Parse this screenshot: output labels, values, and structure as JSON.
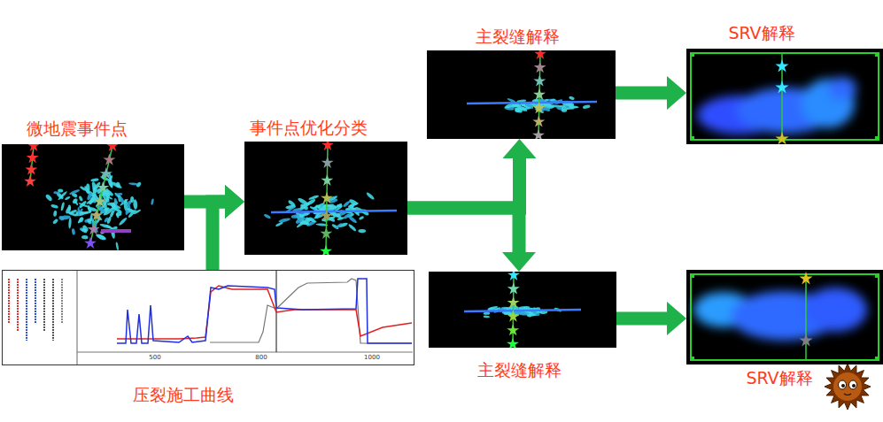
{
  "diagram": {
    "nodes": [
      {
        "text": [
          "微地震事件点"
        ]
      },
      {
        "text": [
          "压裂施工曲线"
        ]
      },
      {
        "text": [
          "事件点优化分类"
        ]
      },
      {
        "text": [
          "主裂缝解释"
        ]
      },
      {
        "text": [
          "主裂缝解释"
        ]
      },
      {
        "text": [
          "SRV解释"
        ]
      },
      {
        "text": [
          "SRV解释"
        ]
      }
    ],
    "edges": [
      {
        "from": 0,
        "to": 2,
        "arrow": "to"
      },
      {
        "from": 1,
        "to": 2,
        "arrow": "to"
      },
      {
        "from": 2,
        "to": 3,
        "arrow": "to"
      },
      {
        "from": 2,
        "to": 4,
        "arrow": "to"
      },
      {
        "from": 3,
        "to": 5,
        "arrow": "to"
      },
      {
        "from": 4,
        "to": 6,
        "arrow": "to"
      }
    ],
    "labels": [
      "500",
      "800",
      "1000"
    ]
  }
}
